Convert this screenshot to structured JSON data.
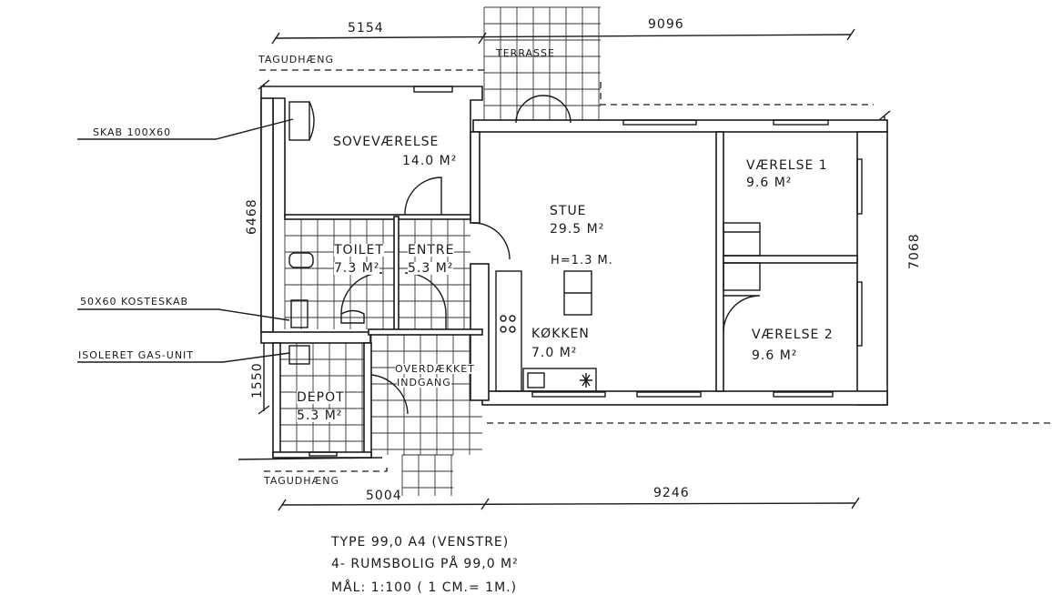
{
  "dimensions": {
    "top_left": "5154",
    "top_right": "9096",
    "bottom_left": "5004",
    "bottom_right": "9246",
    "left_upper": "6468",
    "left_lower": "1550",
    "right": "7068"
  },
  "annotations": {
    "roof_overhang_top": "TAGUDHÆNG",
    "roof_overhang_bottom": "TAGUDHÆNG",
    "cabinet": "SKAB 100X60",
    "broom_closet": "50X60  KOSTESKAB",
    "gas_unit": "ISOLERET GAS-UNIT",
    "ceiling_height": "H=1.3 M."
  },
  "rooms": {
    "terrace": {
      "name": "TERRASSE"
    },
    "bedroom": {
      "name": "SOVEVÆRELSE",
      "area": "14.0 M²"
    },
    "living": {
      "name": "STUE",
      "area": "29.5 M²"
    },
    "room1": {
      "name": "VÆRELSE 1",
      "area": "9.6 M²"
    },
    "room2": {
      "name": "VÆRELSE 2",
      "area": "9.6 M²"
    },
    "toilet": {
      "name": "TOILET",
      "area": "7.3 M²"
    },
    "entrance": {
      "name": "ENTRE",
      "area": "5.3 M²"
    },
    "kitchen": {
      "name": "KØKKEN",
      "area": "7.0 M²"
    },
    "storage": {
      "name": "DEPOT",
      "area": "5.3 M²"
    },
    "covered_entry": {
      "name": "OVERDÆKKET",
      "name2": "INDGANG"
    }
  },
  "caption": {
    "line1": "TYPE 99,0  A4 (VENSTRE)",
    "line2": "4- RUMSBOLIG PÅ 99,0 M²",
    "line3": "MÅL: 1:100  ( 1 CM.= 1M.)"
  }
}
